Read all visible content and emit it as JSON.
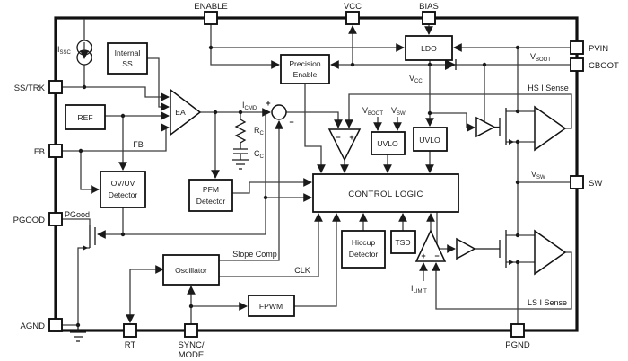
{
  "pins": {
    "enable": "ENABLE",
    "vcc": "VCC",
    "bias": "BIAS",
    "pvin": "PVIN",
    "cboot": "CBOOT",
    "sw": "SW",
    "pgnd": "PGND",
    "sstrk": "SS/TRK",
    "fb": "FB",
    "pgood": "PGOOD",
    "agnd": "AGND",
    "rt": "RT",
    "sync_line1": "SYNC/",
    "sync_line2": "MODE"
  },
  "blocks": {
    "internal_ss_l1": "Internal",
    "internal_ss_l2": "SS",
    "ref": "REF",
    "ea": "EA",
    "precision_l1": "Precision",
    "precision_l2": "Enable",
    "ldo": "LDO",
    "uvlo": "UVLO",
    "ovuv_l1": "OV/UV",
    "ovuv_l2": "Detector",
    "pfm_l1": "PFM",
    "pfm_l2": "Detector",
    "control_logic": "CONTROL LOGIC",
    "hiccup_l1": "Hiccup",
    "hiccup_l2": "Detector",
    "tsd": "TSD",
    "oscillator": "Oscillator",
    "fpwm": "FPWM"
  },
  "labels": {
    "pgood_internal": "PGood",
    "fb_net": "FB",
    "slope_comp": "Slope Comp",
    "clk": "CLK",
    "hs_i_sense": "HS I Sense",
    "ls_i_sense": "LS I Sense",
    "plus": "+",
    "minus": "−",
    "issc": {
      "base": "I",
      "sub": "SSC"
    },
    "icmd": {
      "base": "I",
      "sub": "CMD"
    },
    "ilimit": {
      "base": "I",
      "sub": "LIMIT"
    },
    "rc": {
      "base": "R",
      "sub": "C"
    },
    "cc": {
      "base": "C",
      "sub": "C"
    },
    "vcc": {
      "base": "V",
      "sub": "CC"
    },
    "vboot": {
      "base": "V",
      "sub": "BOOT"
    },
    "vsw": {
      "base": "V",
      "sub": "SW"
    }
  }
}
